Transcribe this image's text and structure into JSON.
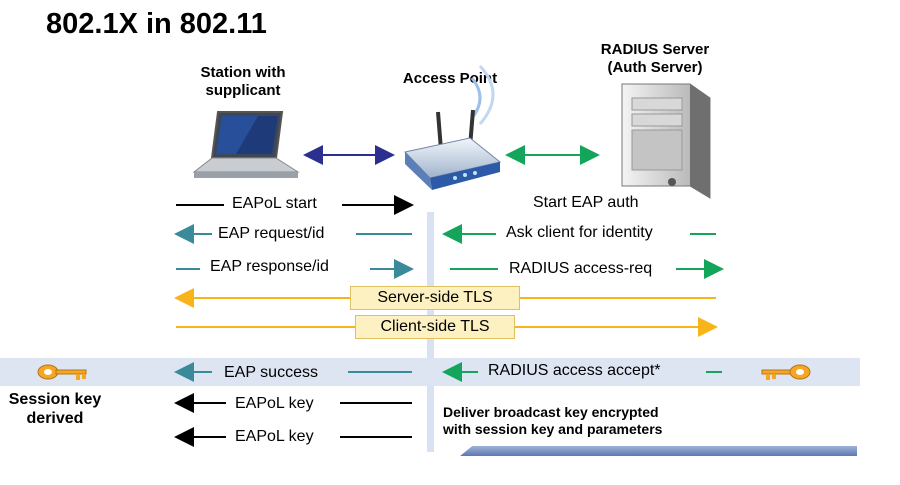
{
  "title": "802.1X in 802.11",
  "entities": {
    "station": [
      "Station with",
      "supplicant"
    ],
    "access_point": "Access Point",
    "radius": [
      "RADIUS Server",
      "(Auth Server)"
    ]
  },
  "messages": {
    "eapol_start": "EAPoL start",
    "start_eap_auth": "Start EAP auth",
    "eap_request": "EAP request/id",
    "ask_identity": "Ask client for identity",
    "eap_response": "EAP response/id",
    "radius_access_req": "RADIUS access-req",
    "server_tls": "Server-side TLS",
    "client_tls": "Client-side TLS",
    "eap_success": "EAP success",
    "radius_accept": "RADIUS access accept*",
    "eapol_key_1": "EAPoL key",
    "eapol_key_2": "EAPoL key",
    "deliver": [
      "Deliver broadcast key encrypted",
      "with session key and parameters"
    ]
  },
  "session_key": [
    "Session key",
    "derived"
  ],
  "colors": {
    "black": "#000000",
    "teal": "#3a8a9a",
    "green": "#13a55a",
    "orange": "#f8b418",
    "navy": "#2b2f8f",
    "band": "#dde5f3"
  },
  "icons": [
    "laptop-icon",
    "wireless-router-icon",
    "server-tower-icon",
    "key-icon"
  ]
}
